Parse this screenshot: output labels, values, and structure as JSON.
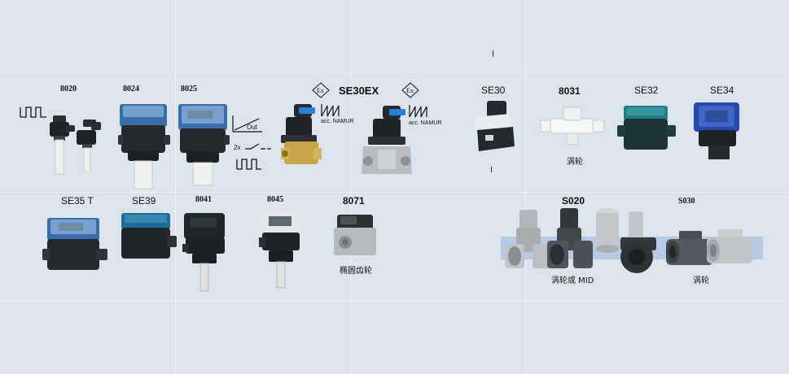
{
  "products_row1": {
    "p8020": "8020",
    "p8024": "8024",
    "p8025": "8025",
    "se30ex": "SE30EX",
    "namur1": "acc. NAMUR",
    "namur2": "acc. NAMUR",
    "out": "Out",
    "twox": "2x",
    "se30": "SE30",
    "p8031": "8031",
    "se32": "SE32",
    "se34": "SE34",
    "turbine1": "涡轮"
  },
  "products_row2": {
    "se35t": "SE35 T",
    "se39": "SE39",
    "p8041": "8041",
    "p8045": "8045",
    "p8071": "8071",
    "oval_gear": "椭圆齿轮",
    "s020": "S020",
    "turbine_mid": "涡轮或 MID",
    "s030": "S030",
    "turbine2": "涡轮"
  },
  "colors": {
    "background": "#dce4ee",
    "housing_dark": "#23292c",
    "lid_blue": "#3b6ea8",
    "connector_blue": "#2a7fd4",
    "brass": "#c8a548",
    "steel": "#b9bcc0"
  },
  "icons": [
    "pulse-signal-icon",
    "explosion-proof-icon",
    "sawtooth-signal-icon",
    "analog-output-icon"
  ]
}
